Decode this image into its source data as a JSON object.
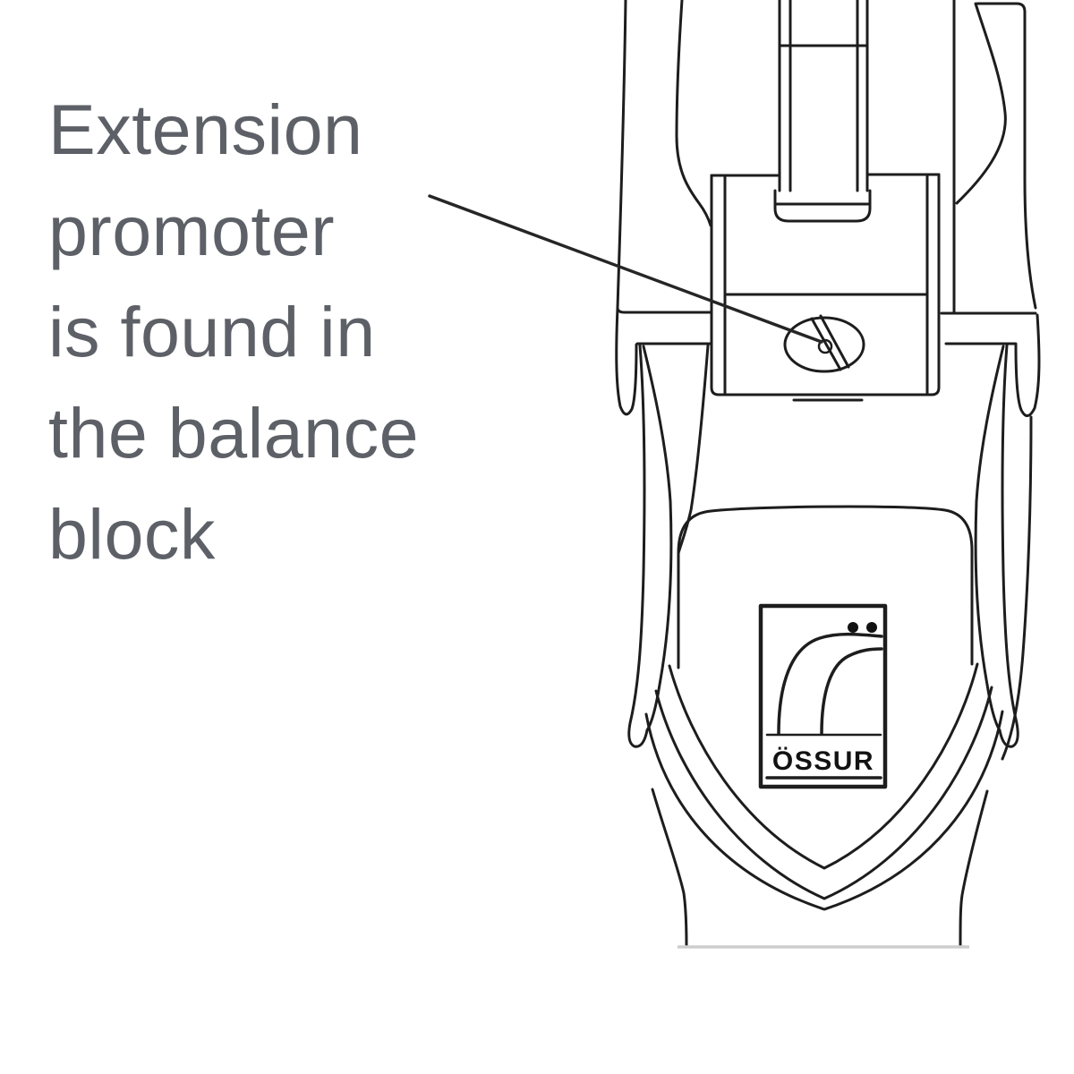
{
  "figure": {
    "background": "#ffffff"
  },
  "annotation": {
    "full_text": "Extension promoter is found in the balance block",
    "lines": [
      "Extension",
      "promoter",
      "is found in",
      "the balance",
      "block"
    ],
    "color": "#5d6167"
  },
  "leader": {
    "color": "#262626"
  },
  "diagram": {
    "stroke_color": "#1d1d1d",
    "ground_line_color": "#cdcdcd"
  },
  "logo": {
    "brand": "ÖSSUR",
    "color": "#121212"
  }
}
